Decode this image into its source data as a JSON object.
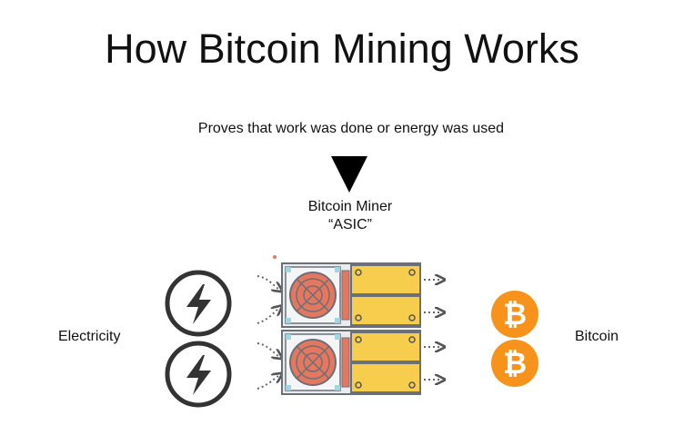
{
  "title": "How Bitcoin Mining Works",
  "caption": "Proves that work was done or energy was used",
  "miner": {
    "line1": "Bitcoin Miner",
    "line2": "“ASIC”"
  },
  "input_label": "Electricity",
  "output_label": "Bitcoin",
  "icons": {
    "input": "lightning-icon",
    "output": "bitcoin-icon",
    "machine": "asic-miner-icon",
    "flow": "dotted-arrow-icon"
  },
  "colors": {
    "bitcoin_orange": "#F7931A",
    "board_yellow": "#F6CD4D",
    "fan_red": "#E5775F",
    "bolt_dark": "#333333",
    "accent_cyan": "#9FD6E0"
  }
}
